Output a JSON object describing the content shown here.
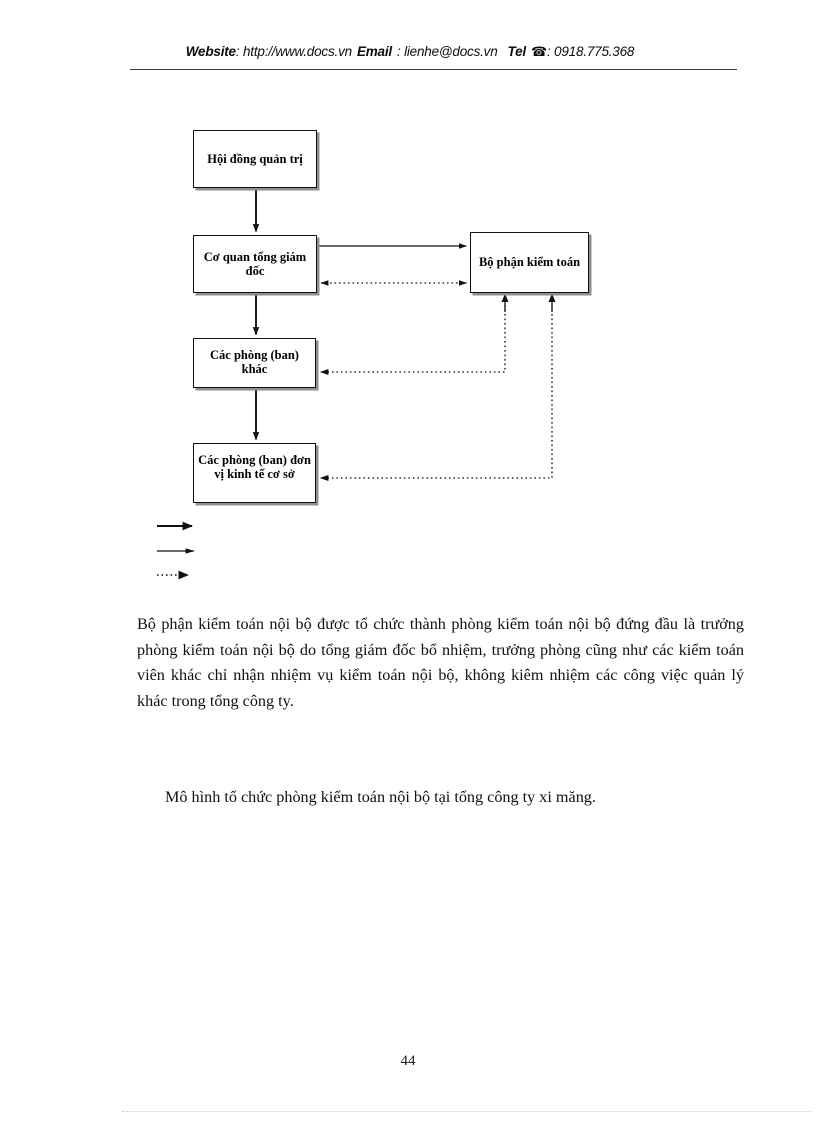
{
  "header": {
    "website_label": "Website",
    "website_value": ": http://www.docs.vn",
    "email_label": "Email",
    "email_value": ": lienhe@docs.vn",
    "tel_label": "Tel",
    "tel_icon": "telephone-icon",
    "tel_glyph": "☎",
    "tel_value": ": 0918.775.368"
  },
  "diagram": {
    "nodes": [
      {
        "id": "board",
        "label": "Hội đồng quản trị"
      },
      {
        "id": "general_director",
        "label": "Cơ quan tổng giám đốc"
      },
      {
        "id": "other_departments",
        "label": "Các phòng (ban) khác"
      },
      {
        "id": "base_units",
        "label": "Các phòng (ban) đơn vị kinh tế cơ sở"
      },
      {
        "id": "audit_department",
        "label": "Bộ phận kiểm toán"
      }
    ],
    "edges": [
      {
        "from": "board",
        "to": "general_director",
        "style": "solid-thick",
        "direction": "down"
      },
      {
        "from": "general_director",
        "to": "other_departments",
        "style": "solid-thick",
        "direction": "down"
      },
      {
        "from": "other_departments",
        "to": "base_units",
        "style": "solid-thick",
        "direction": "down"
      },
      {
        "from": "general_director",
        "to": "audit_department",
        "style": "solid-thin",
        "direction": "right"
      },
      {
        "from": "audit_department",
        "to": "general_director",
        "style": "dotted",
        "direction": "bidirectional"
      },
      {
        "from": "audit_department",
        "to": "other_departments",
        "style": "dotted",
        "direction": "left"
      },
      {
        "from": "audit_department",
        "to": "base_units",
        "style": "dotted",
        "direction": "left"
      }
    ],
    "legend": [
      {
        "style": "solid-thick",
        "name": "legend-arrow-solid-thick"
      },
      {
        "style": "solid-thin",
        "name": "legend-arrow-solid-thin"
      },
      {
        "style": "dotted",
        "name": "legend-arrow-dotted"
      }
    ]
  },
  "body": {
    "paragraph": "Bộ phận kiểm toán nội bộ được  tổ chức thành phòng kiểm toán nội bộ đứng đầu là trưởng  phòng kiểm toán nội bộ do tổng giám đốc bổ nhiệm, trưởng phòng cũng như  các kiểm toán viên khác chỉ nhận nhiệm vụ kiểm toán nội bộ, không kiêm nhiệm các công việc quản lý khác trong tổng công ty.",
    "caption": "Mô hình tổ chức phòng kiểm toán nội bộ tại tổng công ty xi măng."
  },
  "footer": {
    "page_number": "44"
  }
}
